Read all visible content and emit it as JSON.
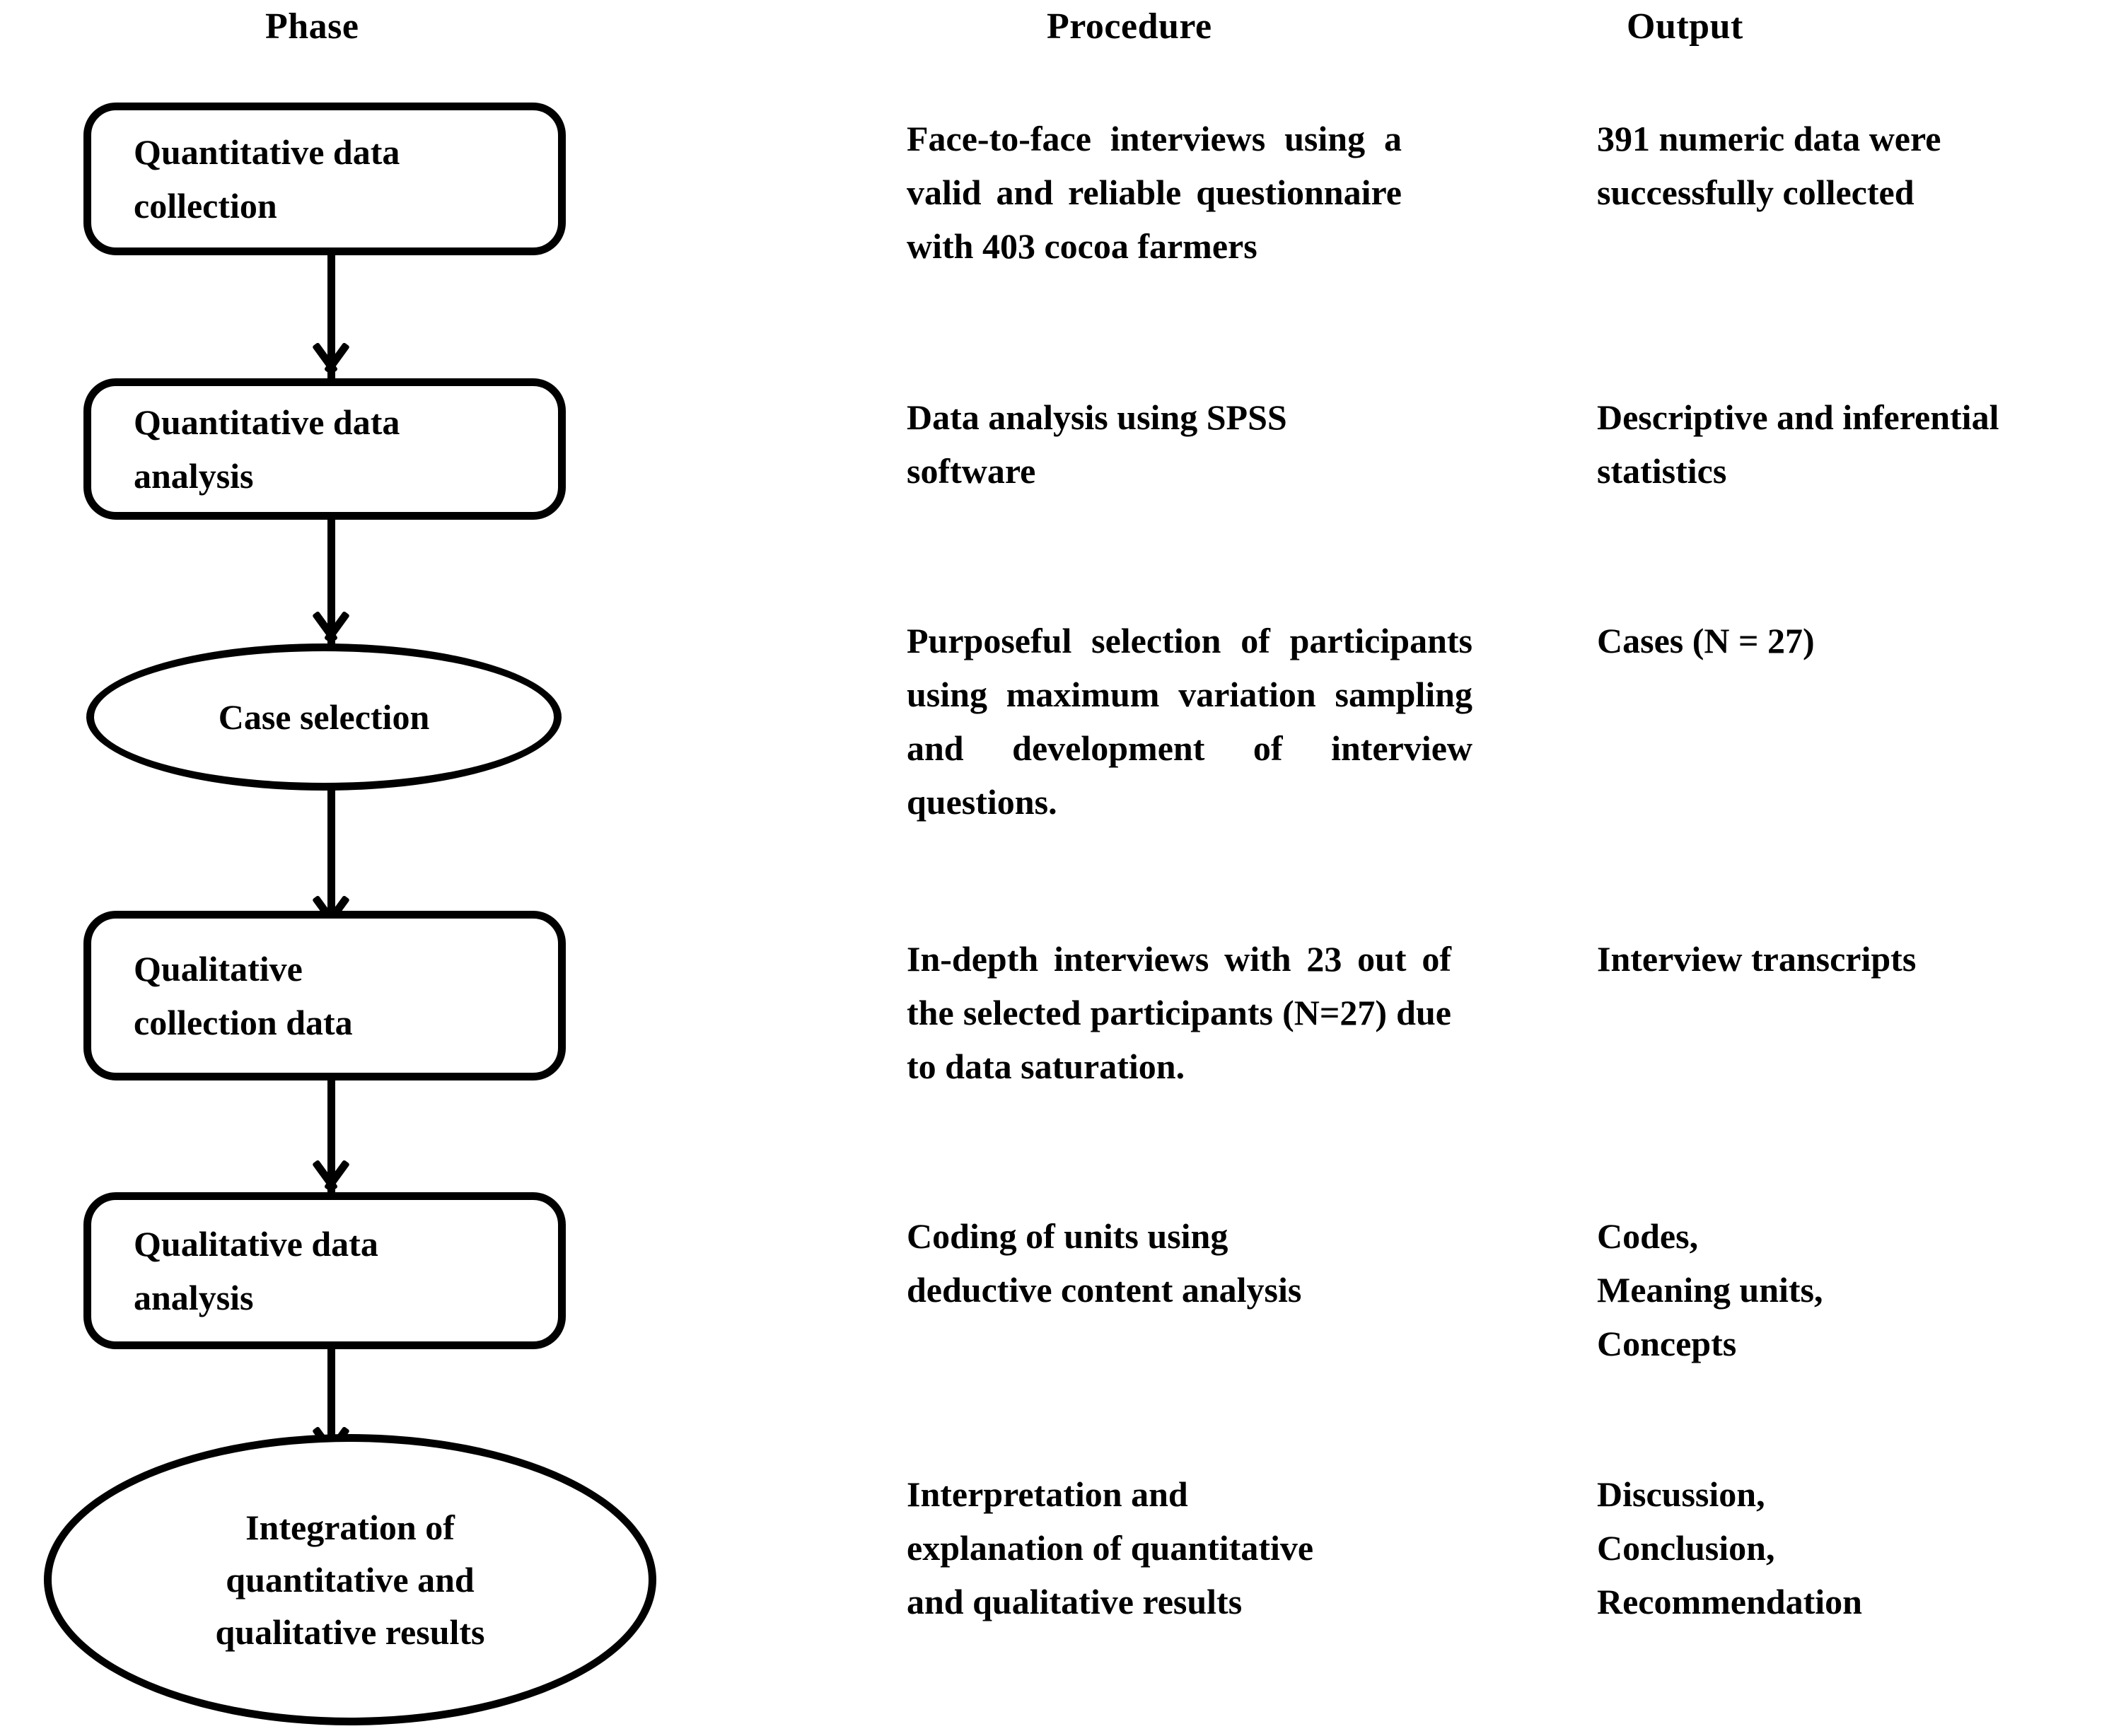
{
  "headers": {
    "phase": "Phase",
    "procedure": "Procedure",
    "output": "Output"
  },
  "chart_data": {
    "type": "diagram",
    "title": "Mixed methods (explanatory sequential) research design flowchart",
    "columns": [
      "Phase",
      "Procedure",
      "Output"
    ],
    "rows": [
      {
        "phase": "Quantitative data collection",
        "shape": "rounded-rectangle",
        "procedure": "Face-to-face interviews using a valid and reliable questionnaire with 403 cocoa farmers",
        "output": "391 numeric data were successfully collected"
      },
      {
        "phase": "Quantitative data analysis",
        "shape": "rounded-rectangle",
        "procedure": "Data analysis using SPSS software",
        "output": "Descriptive and inferential statistics"
      },
      {
        "phase": "Case selection",
        "shape": "ellipse",
        "procedure": "Purposeful selection of participants using maximum variation sampling and development of interview questions.",
        "output": "Cases (N = 27)"
      },
      {
        "phase": "Qualitative collection data",
        "shape": "rounded-rectangle",
        "procedure": "In-depth interviews with 23 out of the selected participants (N=27) due to data saturation.",
        "output": "Interview transcripts"
      },
      {
        "phase": "Qualitative data analysis",
        "shape": "rounded-rectangle",
        "procedure": "Coding of units using deductive content analysis",
        "output": "Codes, Meaning units, Concepts"
      },
      {
        "phase": "Integration of quantitative and qualitative results",
        "shape": "ellipse",
        "procedure": "Interpretation and explanation of quantitative and qualitative results",
        "output": "Discussion, Conclusion, Recommendation"
      }
    ],
    "connectors": [
      {
        "from": "Quantitative data collection",
        "to": "Quantitative data analysis",
        "style": "down-arrow"
      },
      {
        "from": "Quantitative data analysis",
        "to": "Case selection",
        "style": "down-arrow"
      },
      {
        "from": "Case selection",
        "to": "Qualitative collection data",
        "style": "down-arrow"
      },
      {
        "from": "Qualitative collection data",
        "to": "Qualitative data analysis",
        "style": "down-arrow"
      },
      {
        "from": "Qualitative data analysis",
        "to": "Integration of quantitative and qualitative results",
        "style": "down-arrow"
      }
    ],
    "colors": {
      "stroke": "#000000",
      "fill": "#ffffff",
      "text": "#000000"
    }
  },
  "nodes": {
    "n1": {
      "line1": "Quantitative data",
      "line2": "collection"
    },
    "n2": {
      "line1": "Quantitative data",
      "line2": "analysis"
    },
    "n3": {
      "line1": "Case selection"
    },
    "n4": {
      "line1": "Qualitative",
      "line2": "collection data"
    },
    "n5": {
      "line1": "Qualitative data",
      "line2": "analysis"
    },
    "n6": {
      "line1": "Integration of",
      "line2": "quantitative and",
      "line3": "qualitative results"
    }
  },
  "procedure": {
    "p1": "Face-to-face interviews using a valid and reliable questionnaire with 403 cocoa farmers",
    "p2_l1": "Data analysis using SPSS",
    "p2_l2": "software",
    "p3": "Purposeful selection of participants using maximum variation sampling and development of interview questions.",
    "p4": "In-depth interviews with 23 out of the selected participants (N=27) due to data saturation.",
    "p5_l1": "Coding of units using",
    "p5_l2": "deductive content analysis",
    "p6_l1": "Interpretation and",
    "p6_l2": "explanation of quantitative",
    "p6_l3": "and qualitative results"
  },
  "output": {
    "o1_l1": "391 numeric data were",
    "o1_l2": "successfully collected",
    "o2_l1": "Descriptive and inferential",
    "o2_l2": "statistics",
    "o3": "Cases (N = 27)",
    "o4": "Interview transcripts",
    "o5_l1": "Codes,",
    "o5_l2": "Meaning units,",
    "o5_l3": "Concepts",
    "o6_l1": "Discussion,",
    "o6_l2": "Conclusion,",
    "o6_l3": "Recommendation"
  }
}
